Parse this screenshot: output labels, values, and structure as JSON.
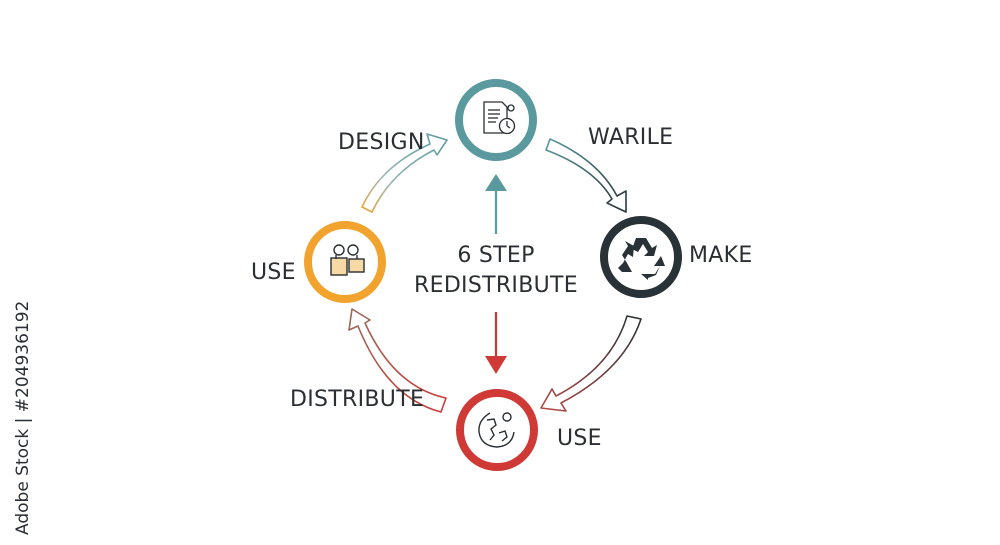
{
  "diagram": {
    "center": {
      "line1": "6 STEP",
      "line2": "REDISTRIBUTE"
    },
    "nodes": [
      {
        "id": "top",
        "color": "#5a9a9e",
        "icon": "document-clock-icon"
      },
      {
        "id": "right",
        "color": "#283237",
        "icon": "recycle-icon"
      },
      {
        "id": "bottom",
        "color": "#cf3a36",
        "icon": "globe-icon"
      },
      {
        "id": "left",
        "color": "#f2a32e",
        "icon": "people-frame-icon"
      }
    ],
    "labels": {
      "design": "DESIGN",
      "warile": "WARILE",
      "make": "MAKE",
      "use_left": "USE",
      "use_bottom": "USE",
      "distribute": "DISTRIBUTE"
    }
  },
  "watermark": {
    "text": "Adobe Stock | #204936192"
  }
}
